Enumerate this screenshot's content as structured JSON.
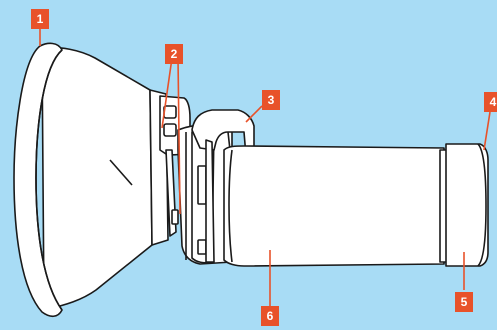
{
  "colors": {
    "background": "#a8dcf5",
    "part_fill": "#ffffff",
    "outline": "#1a1a1a",
    "callout_fill": "#e8522a",
    "callout_text": "#ffffff",
    "leader_line": "#e8522a"
  },
  "callouts": [
    {
      "id": "1",
      "label": "1"
    },
    {
      "id": "2",
      "label": "2"
    },
    {
      "id": "3",
      "label": "3"
    },
    {
      "id": "4",
      "label": "4"
    },
    {
      "id": "5",
      "label": "5"
    },
    {
      "id": "6",
      "label": "6"
    }
  ]
}
